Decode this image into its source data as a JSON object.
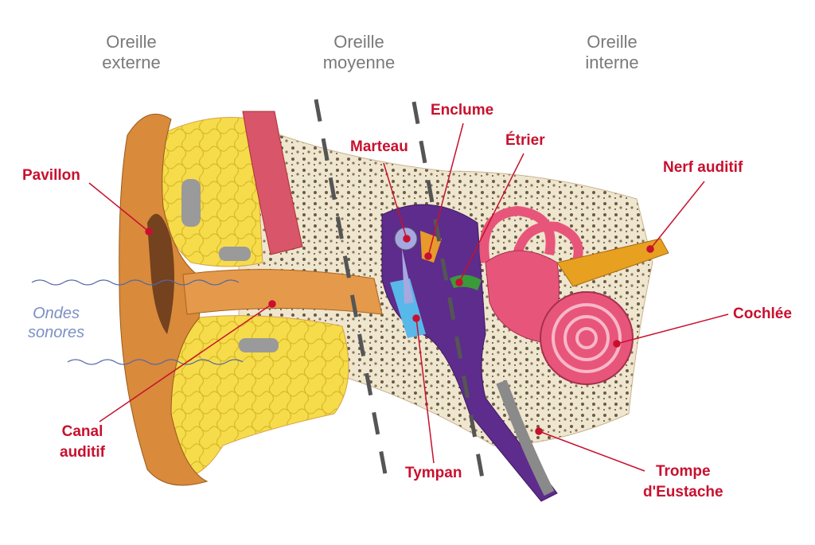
{
  "regions": {
    "external": {
      "line1": "Oreille",
      "line2": "externe"
    },
    "middle": {
      "line1": "Oreille",
      "line2": "moyenne"
    },
    "inner": {
      "line1": "Oreille",
      "line2": "interne"
    }
  },
  "labels": {
    "pavillon": "Pavillon",
    "ondes_line1": "Ondes",
    "ondes_line2": "sonores",
    "canal_line1": "Canal",
    "canal_line2": "auditif",
    "marteau": "Marteau",
    "enclume": "Enclume",
    "etrier": "Étrier",
    "tympan": "Tympan",
    "nerf": "Nerf auditif",
    "cochlee": "Cochlée",
    "trompe_line1": "Trompe",
    "trompe_line2": "d'Eustache"
  },
  "colors": {
    "label": "#c8102e",
    "region": "#7a7a7a",
    "waves": "#7d8fc4"
  }
}
